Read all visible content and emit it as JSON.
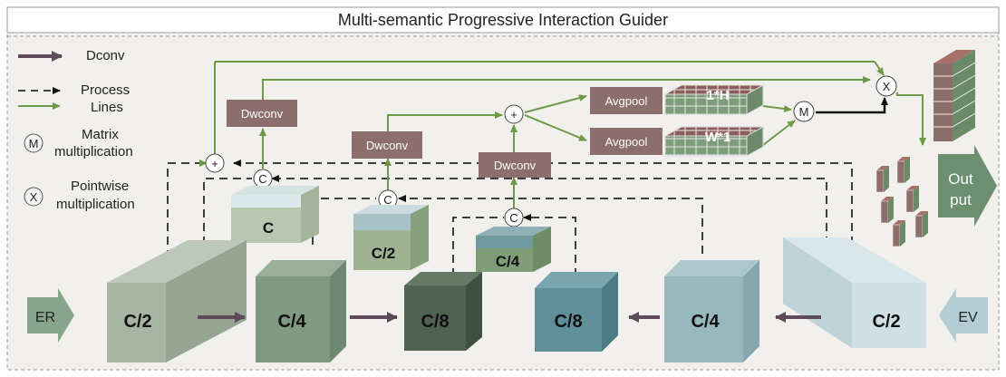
{
  "title": "Multi-semantic Progressive Interaction Guider",
  "legend": {
    "dconv": "Dconv",
    "process_lines": "Process\nLines",
    "matrix_symbol": "M",
    "matrix_label": "Matrix\nmultiplication",
    "pointwise_symbol": "X",
    "pointwise_label": "Pointwise\nmultiplication"
  },
  "boxes": {
    "dwconv": "Dwconv",
    "avgpool": "Avgpool"
  },
  "tensor_labels": {
    "h": "1*H",
    "w": "W*1"
  },
  "ops": {
    "concat": "C",
    "add": "+",
    "matmul": "M",
    "mul": "X"
  },
  "blocks": {
    "er": [
      "C/2",
      "C/4",
      "C/8"
    ],
    "ev": [
      "C/8",
      "C/4",
      "C/2"
    ]
  },
  "concat_blocks": [
    "C",
    "C/2",
    "C/4"
  ],
  "inputs": {
    "er": "ER",
    "ev": "EV"
  },
  "output": "Out\nput",
  "colors": {
    "process_line": "#6e9a48",
    "dconv_arrow": "#5e4a5a",
    "dwconv_box": "#8c6e6c",
    "er_block_1": "#a7b5a3",
    "er_block_2": "#7f9a80",
    "er_block_3": "#4e6350",
    "ev_block_1": "#5f8f99",
    "ev_block_2": "#97b8bd",
    "ev_block_3": "#cfe0e4",
    "output_arrow": "#6b8f6f",
    "input_arrow_er": "#86a58a",
    "input_arrow_ev": "#b4cdd5"
  }
}
